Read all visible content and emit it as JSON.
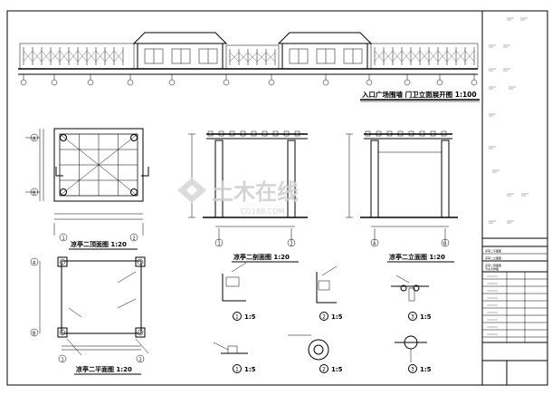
{
  "titles": {
    "elevation": "入口广场围墙  门卫立面展开图  1:100",
    "roof_plan": "凉亭二顶面图  1:20",
    "section": "凉亭二剖面图  1:20",
    "side_elevation": "凉亭二立面图  1:20",
    "floor_plan": "凉亭二平面图  1:20"
  },
  "details": [
    {
      "id": "1",
      "scale": "1:5"
    },
    {
      "id": "2",
      "scale": "1:5"
    },
    {
      "id": "3",
      "scale": "1:5"
    },
    {
      "id": "1",
      "scale": "1:5"
    },
    {
      "id": "2",
      "scale": "1:5"
    },
    {
      "id": "3",
      "scale": "1:5"
    }
  ],
  "grid_labels": {
    "roof_plan": [
      "A",
      "B",
      "1",
      "2"
    ],
    "floor_plan": [
      "A",
      "B",
      "1",
      "2"
    ],
    "section": [
      "1",
      "2"
    ],
    "side_elevation": [
      "A",
      "B"
    ]
  },
  "watermark": {
    "text": "土木在线",
    "sub": "CO188.COM"
  },
  "title_block": {
    "notes": [
      "凉亭二平面图",
      "凉亭二立面图",
      "凉亭二剖面图",
      "节点大样图"
    ]
  }
}
